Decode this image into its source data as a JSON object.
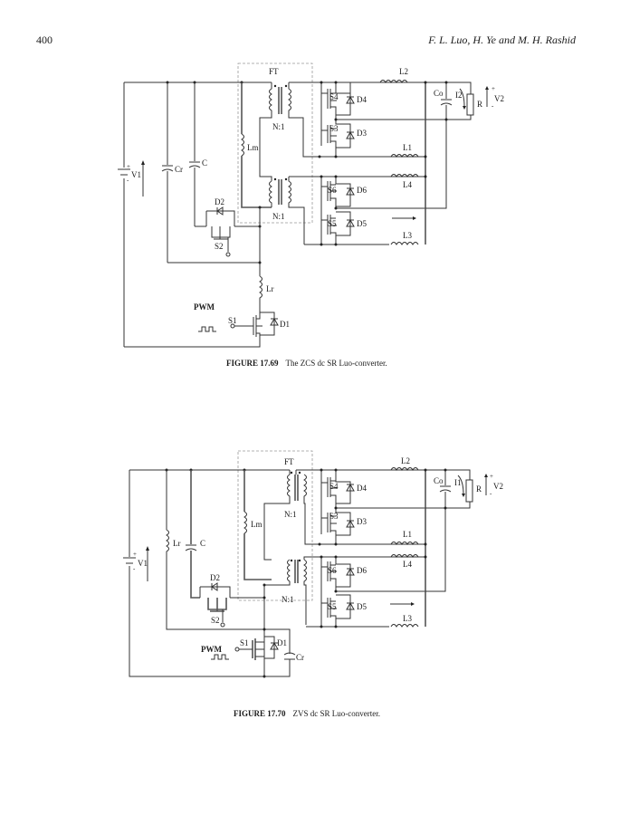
{
  "header": {
    "page_number": "400",
    "authors": "F. L. Luo, H. Ye and M. H. Rashid"
  },
  "figures": [
    {
      "label": "FIGURE 17.69",
      "caption": "The ZCS dc SR Luo-converter.",
      "components": {
        "transformer": "FT",
        "ratio_top": "N:1",
        "ratio_bottom": "N:1",
        "magnetizing_inductor": "Lm",
        "source": "V1",
        "resonant_cap": "Cr",
        "cap": "C",
        "aux_diode": "D2",
        "aux_switch": "S2",
        "resonant_inductor": "Lr",
        "pwm": "PWM",
        "main_switch": "S1",
        "main_diode": "D1",
        "sr_switches": [
          "S4",
          "S3",
          "S6",
          "S5"
        ],
        "sr_diodes": [
          "D4",
          "D3",
          "D6",
          "D5"
        ],
        "inductors": [
          "L2",
          "L1",
          "L4",
          "L3"
        ],
        "output_cap": "Co",
        "output_current": "I2",
        "load": "R",
        "output_voltage": "V2",
        "plus": "+",
        "minus": "-"
      }
    },
    {
      "label": "FIGURE 17.70",
      "caption": "ZVS dc SR Luo-converter.",
      "components": {
        "transformer": "FT",
        "ratio_top": "N:1",
        "ratio_bottom": "N:1",
        "magnetizing_inductor": "Lm",
        "source": "V1",
        "resonant_inductor": "Lr",
        "cap": "C",
        "aux_diode": "D2",
        "aux_switch": "S2",
        "pwm": "PWM",
        "main_switch": "S1",
        "main_diode": "D1",
        "resonant_cap": "Cr",
        "sr_switches": [
          "S4",
          "S3",
          "S6",
          "S5"
        ],
        "sr_diodes": [
          "D4",
          "D3",
          "D6",
          "D5"
        ],
        "inductors": [
          "L2",
          "L1",
          "L4",
          "L3"
        ],
        "output_cap": "Co",
        "output_current": "I1",
        "load": "R",
        "output_voltage": "V2",
        "plus": "+",
        "minus": "-"
      }
    }
  ]
}
